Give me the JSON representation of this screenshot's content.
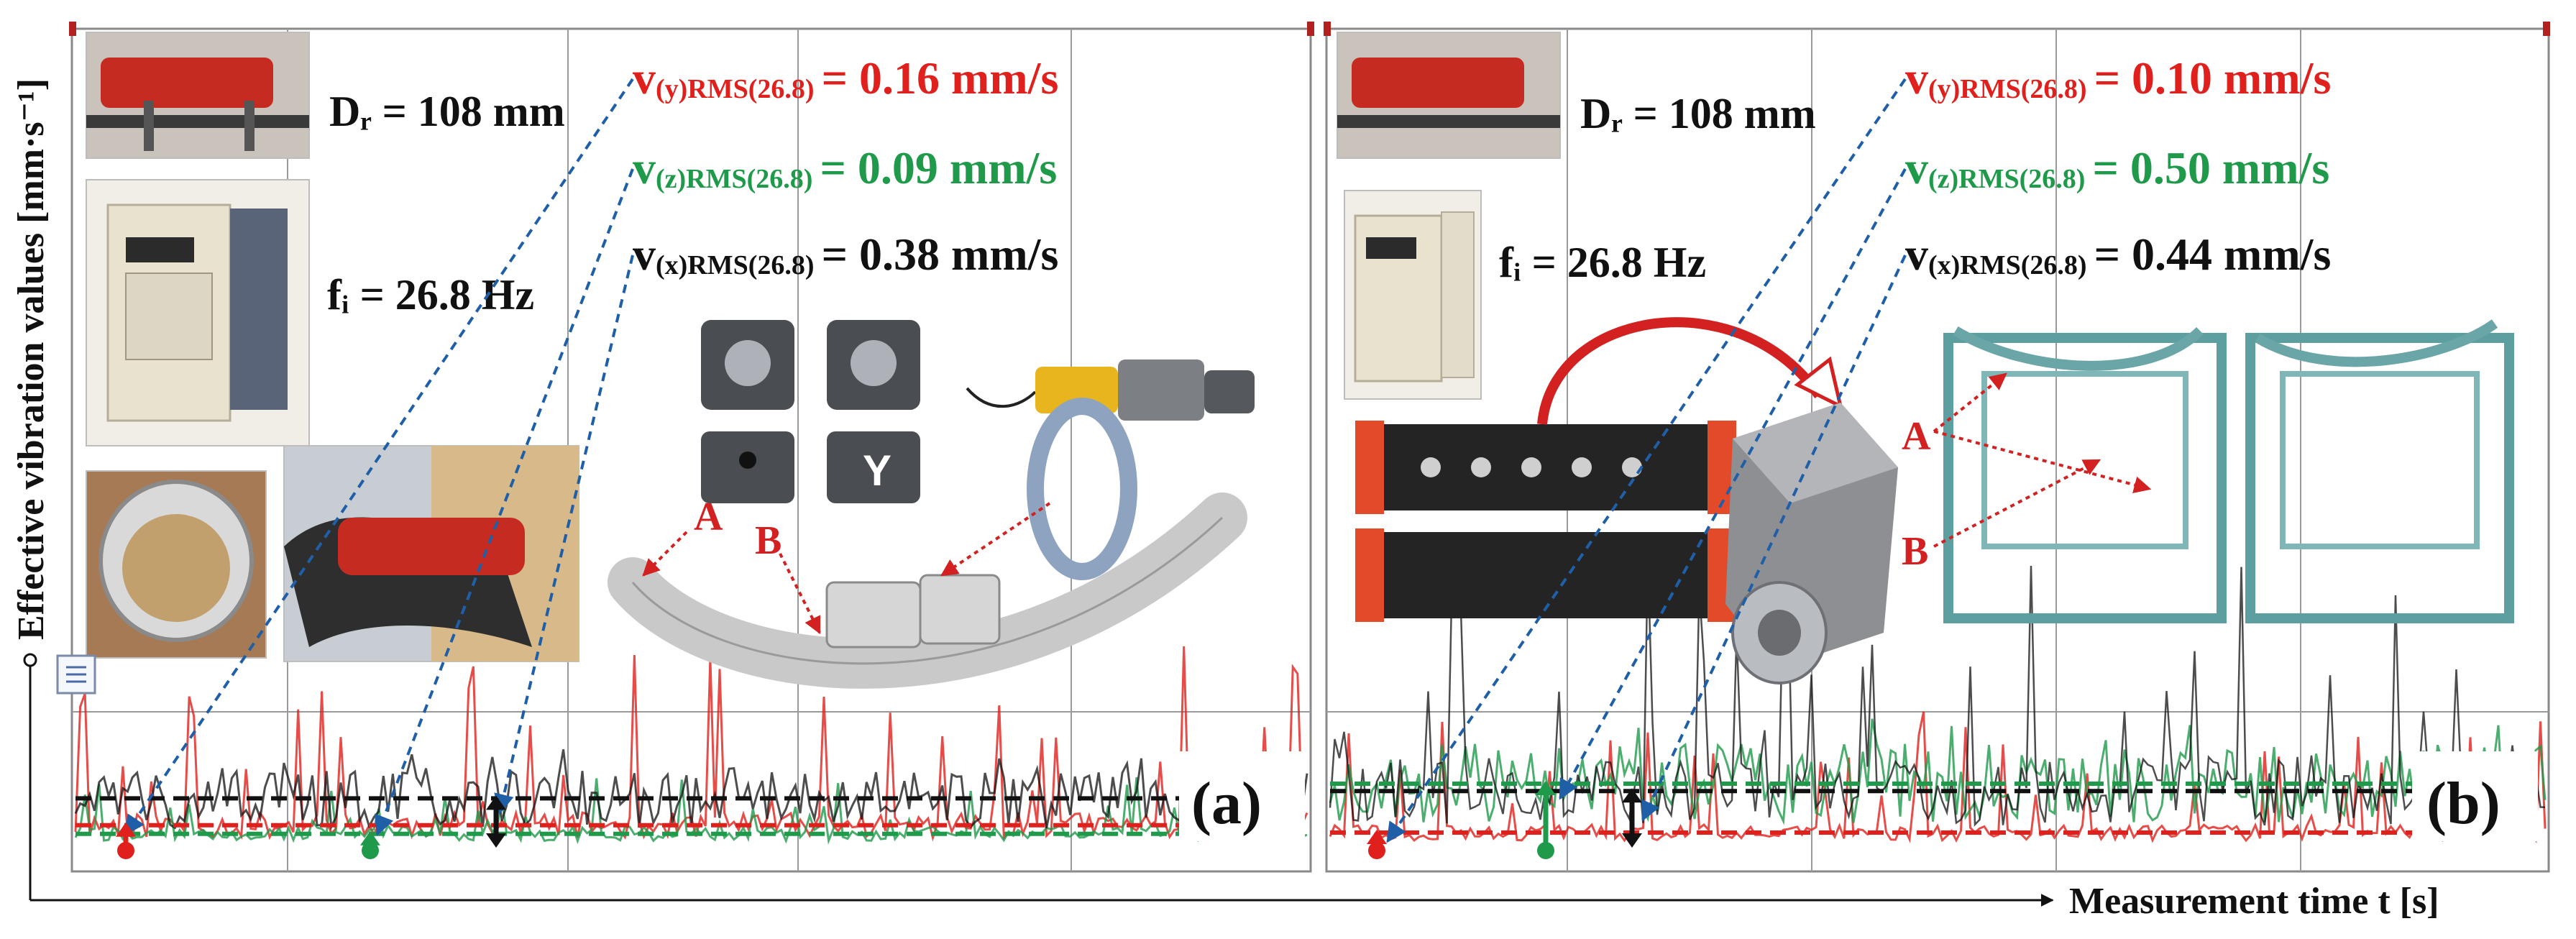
{
  "axes": {
    "xlabel": "Measurement time t [s]",
    "ylabel": "Effective vibration values [mm·s⁻¹]"
  },
  "colors": {
    "y_axis": "#e0201c",
    "z_axis": "#1e9a4a",
    "x_axis": "#111111",
    "arrow": "#1f5fa8",
    "label_red": "#d32020"
  },
  "icons": [
    "roller-photo",
    "frequency-inverter-photo",
    "bearing-ring-photo",
    "belt-roller-photo",
    "accelerometer-photo",
    "proximity-sensor-photo",
    "garland-idler-drawing",
    "data-acquisition-unit-photo",
    "triaxial-sensor-photo",
    "test-stand-drawing"
  ],
  "chart_data": [
    {
      "type": "line",
      "panel": "(a)",
      "diameter_label": "Dᵣ = 108 mm",
      "frequency_label": "fᵢ = 26.8 Hz",
      "rms": [
        {
          "name": "v(y)RMS(26.8)",
          "main": "v",
          "sub": "(y)RMS(26.8)",
          "text": "= 0.16 mm/s",
          "value": 0.16,
          "color": "#e0201c"
        },
        {
          "name": "v(z)RMS(26.8)",
          "main": "v",
          "sub": "(z)RMS(26.8)",
          "text": "= 0.09 mm/s",
          "value": 0.09,
          "color": "#1e9a4a"
        },
        {
          "name": "v(x)RMS(26.8)",
          "main": "v",
          "sub": "(x)RMS(26.8)",
          "text": "= 0.38 mm/s",
          "value": 0.38,
          "color": "#111111"
        }
      ],
      "markers": [
        "A",
        "B"
      ],
      "ylim": [
        0,
        1.8
      ]
    },
    {
      "type": "line",
      "panel": "(b)",
      "diameter_label": "Dᵣ = 108 mm",
      "frequency_label": "fᵢ = 26.8 Hz",
      "rms": [
        {
          "name": "v(y)RMS(26.8)",
          "main": "v",
          "sub": "(y)RMS(26.8)",
          "text": "= 0.10 mm/s",
          "value": 0.1,
          "color": "#e0201c"
        },
        {
          "name": "v(z)RMS(26.8)",
          "main": "v",
          "sub": "(z)RMS(26.8)",
          "text": "= 0.50 mm/s",
          "value": 0.5,
          "color": "#1e9a4a"
        },
        {
          "name": "v(x)RMS(26.8)",
          "main": "v",
          "sub": "(x)RMS(26.8)",
          "text": "= 0.44 mm/s",
          "value": 0.44,
          "color": "#111111"
        }
      ],
      "markers": [
        "A",
        "B"
      ],
      "ylim": [
        0,
        1.8
      ]
    }
  ]
}
